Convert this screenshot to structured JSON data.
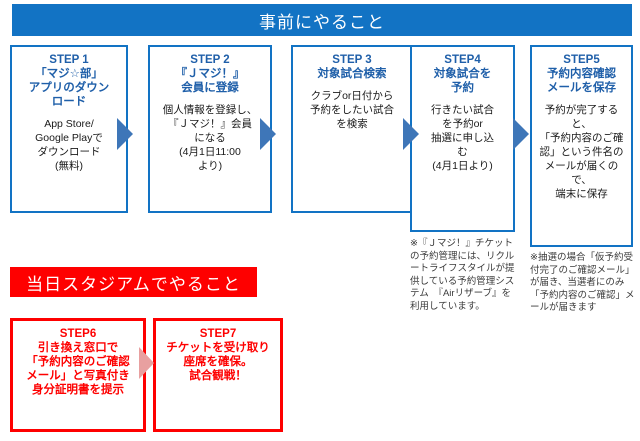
{
  "banners": {
    "before": "事前にやること",
    "gameday": "当日スタジアムでやること",
    "before_color": "#1273C4",
    "gameday_color": "#FE0000"
  },
  "before_steps": [
    {
      "id": "step-1",
      "title": "STEP 1\n「マジ☆部」\nアプリのダウン\nロード",
      "body": "App Store/\nGoogle Playで\nダウンロード\n(無料)"
    },
    {
      "id": "step-2",
      "title": "STEP 2\n『Ｊマジ！』\n会員に登録",
      "body": "個人情報を登録し、\n『Ｊマジ！』会員\nになる\n(4月1日11:00\nより)"
    },
    {
      "id": "step-3",
      "title": "STEP 3\n対象試合検索",
      "body": "クラブor日付から\n予約をしたい試合\nを検索"
    },
    {
      "id": "step-4",
      "title": "STEP4\n対象試合を\n予約",
      "body": "行きたい試合\nを予約or\n抽選に申し込\nむ\n(4月1日より)"
    },
    {
      "id": "step-5",
      "title": "STEP5\n予約内容確認\nメールを保存",
      "body": "予約が完了すると、\n「予約内容のご確\n認」という件名の\nメールが届くので、\n端末に保存"
    }
  ],
  "gameday_steps": [
    {
      "id": "step-6",
      "title": "STEP6\n引き換え窓口で\n「予約内容のご確認\nメール」と写真付き\n身分証明書を提示",
      "body": ""
    },
    {
      "id": "step-7",
      "title": "STEP7\nチケットを受け取り\n座席を確保。\n試合観戦！",
      "body": ""
    }
  ],
  "footnotes": [
    {
      "id": "footnote-jmaji",
      "text": "※『Ｊマジ！』チケットの予約管理には、リクルートライフスタイルが提供している予約管理システム　『Airリザーブ』を利用しています。"
    },
    {
      "id": "footnote-lottery",
      "text": "※抽選の場合「仮予約受付完了のご確認メール」が届き、当選者にのみ「予約内容のご確認」メールが届きます"
    }
  ],
  "arrows": {
    "blue_color": "#3E76B8",
    "red_color": "#E8A0A0"
  }
}
